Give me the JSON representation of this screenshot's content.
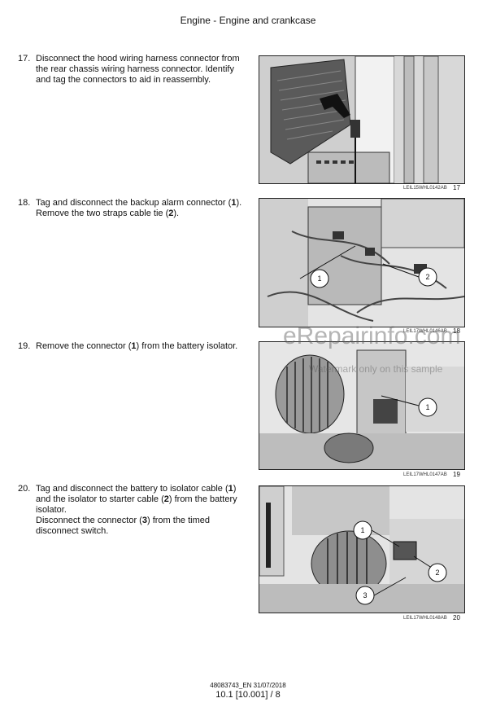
{
  "header": {
    "title": "Engine - Engine and crankcase"
  },
  "steps": [
    {
      "number": "17.",
      "text": "Disconnect the hood wiring harness connector from the rear chassis wiring harness connector. Identify and tag the connectors to aid in reassembly."
    },
    {
      "number": "18.",
      "text_1": "Tag and disconnect the backup alarm connector (",
      "b1": "1",
      "text_2": "). Remove the two straps cable tie (",
      "b2": "2",
      "text_3": ")."
    },
    {
      "number": "19.",
      "text_1": "Remove the connector (",
      "b1": "1",
      "text_2": ") from the battery isolator."
    },
    {
      "number": "20.",
      "text_1": "Tag and disconnect the battery to isolator cable (",
      "b1": "1",
      "text_2": ") and the isolator to starter cable (",
      "b2": "2",
      "text_3": ") from the battery isolator.",
      "text_4": "Disconnect the connector (",
      "b3": "3",
      "text_5": ") from the timed disconnect switch."
    }
  ],
  "figures": [
    {
      "code": "LEIL15WHL0142AB",
      "number": "17",
      "callouts": []
    },
    {
      "code": "LEIL17WHL0146AB",
      "number": "18",
      "callouts": [
        "1",
        "2"
      ]
    },
    {
      "code": "LEIL17WHL0147AB",
      "number": "19",
      "callouts": [
        "1"
      ]
    },
    {
      "code": "LEIL17WHL0148AB",
      "number": "20",
      "callouts": [
        "1",
        "2",
        "3"
      ]
    }
  ],
  "watermark": {
    "site": "eRepairinfo.com",
    "note": "Watermark only on this sample"
  },
  "footer": {
    "doc": "48083743_EN 31/07/2018",
    "page": "10.1 [10.001] / 8"
  }
}
